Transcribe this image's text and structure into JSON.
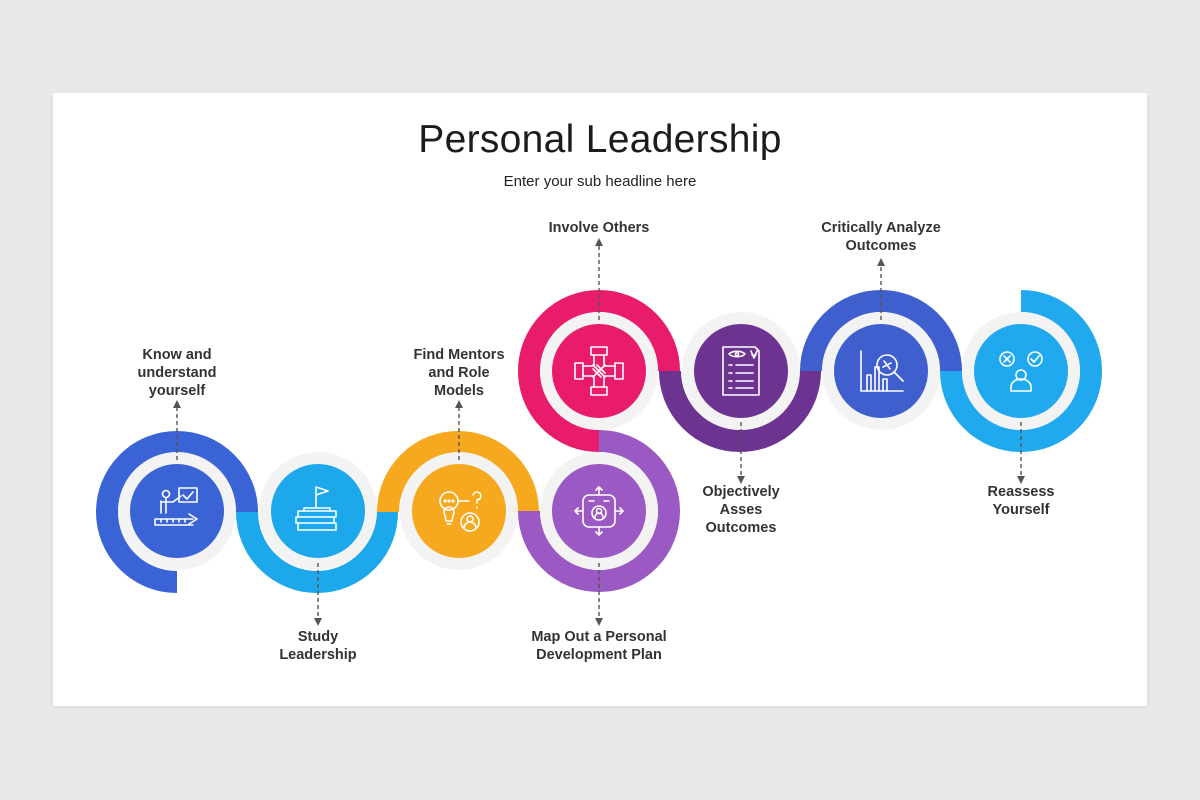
{
  "title": "Personal Leadership",
  "subtitle": "Enter your sub headline here",
  "colors": {
    "background": "#e9e8e9",
    "slide": "#ffffff",
    "text": "#333333",
    "connector": "#555555",
    "ring": "#f3f3f3"
  },
  "steps": [
    {
      "label_lines": [
        "Know and",
        "understand",
        "yourself"
      ],
      "color": "#3a63d6",
      "icon": "presentation-ruler-icon"
    },
    {
      "label_lines": [
        "Study",
        "Leadership"
      ],
      "color": "#1ea8ec",
      "icon": "books-flag-icon"
    },
    {
      "label_lines": [
        "Find Mentors",
        "and Role",
        "Models"
      ],
      "color": "#f6a81f",
      "icon": "mentor-idea-icon"
    },
    {
      "label_lines": [
        "Map Out a Personal",
        "Development  Plan"
      ],
      "color": "#9b59c3",
      "icon": "development-map-icon"
    },
    {
      "label_lines": [
        "Involve Others"
      ],
      "color": "#e81c6a",
      "icon": "joined-hands-icon"
    },
    {
      "label_lines": [
        "Objectively",
        "Asses",
        "Outcomes"
      ],
      "color": "#6d3391",
      "icon": "checklist-document-icon"
    },
    {
      "label_lines": [
        "Critically Analyze",
        "Outcomes"
      ],
      "color": "#3f5fcf",
      "icon": "chart-magnifier-icon"
    },
    {
      "label_lines": [
        "Reassess",
        "Yourself"
      ],
      "color": "#20a9ef",
      "icon": "person-decision-icon"
    }
  ]
}
